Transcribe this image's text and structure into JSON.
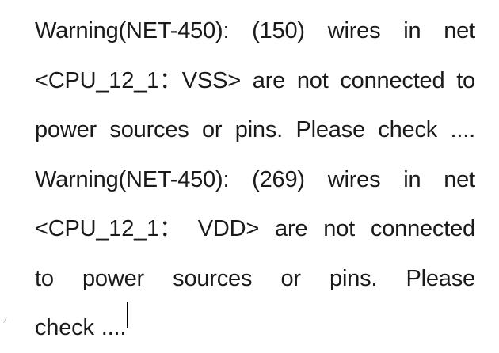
{
  "document": {
    "lines": [
      {
        "words": [
          "Warning(NET-450):",
          "(150)",
          "wires",
          "in",
          "net"
        ]
      },
      {
        "words": [
          "<CPU_12_1：VSS>",
          "are",
          "not",
          "connected",
          "to"
        ]
      },
      {
        "words": [
          "power",
          "sources",
          "or",
          "pins.",
          "Please",
          "check",
          "...."
        ]
      },
      {
        "words": [
          "Warning(NET-450):",
          "(269)",
          "wires",
          "in",
          "net"
        ]
      },
      {
        "words": [
          "<CPU_12_1：",
          "VDD>",
          "are",
          "not",
          "connected"
        ]
      },
      {
        "words": [
          "to",
          "power",
          "sources",
          "or",
          "pins.",
          "Please"
        ]
      },
      {
        "words": [
          "check",
          "...."
        ]
      }
    ]
  },
  "colors": {
    "text": "#1a1a1a",
    "background": "#ffffff",
    "caret": "#000000"
  }
}
